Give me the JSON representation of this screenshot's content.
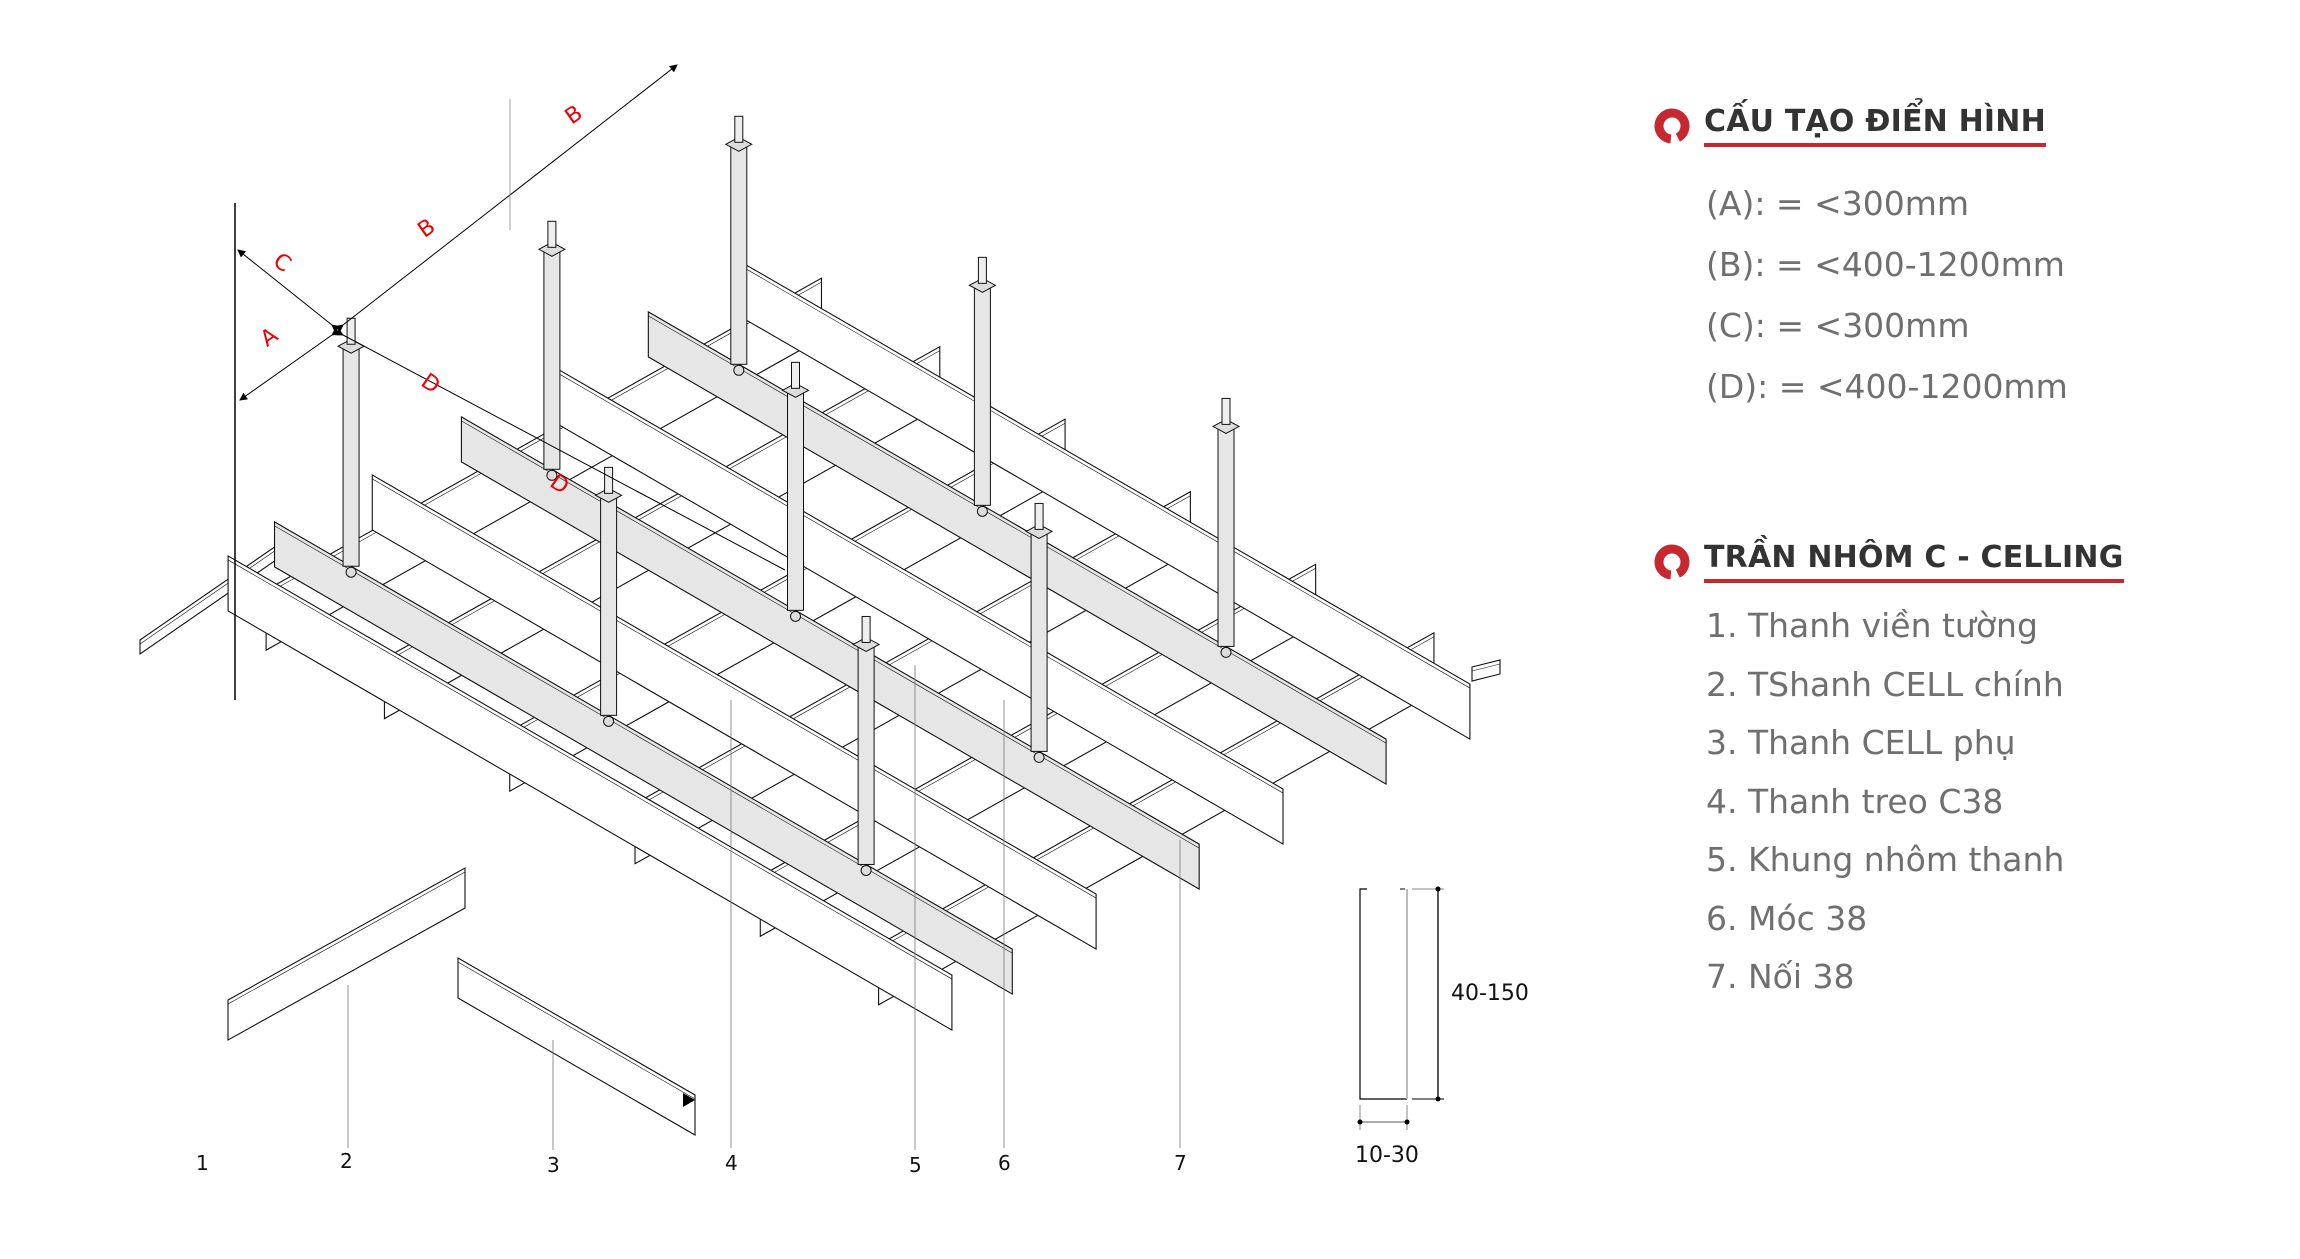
{
  "diagram": {
    "dimension_letters": {
      "a": "A",
      "b": "B",
      "c": "C",
      "d": "D"
    },
    "part_numbers": [
      "1",
      "2",
      "3",
      "4",
      "5",
      "6",
      "7"
    ],
    "profile_height": "40-150",
    "profile_width": "10-30"
  },
  "colors": {
    "accent": "#c7272f",
    "dimension": "#e00000",
    "metal": "#e6e6e6"
  },
  "sections": [
    {
      "title": "CẤU TẠO ĐIỂN HÌNH",
      "items": [
        "(A): = <300mm",
        "(B): = <400-1200mm",
        "(C): = <300mm",
        "(D): = <400-1200mm"
      ]
    },
    {
      "title": "TRẦN NHÔM C - CELLING",
      "items": [
        "1. Thanh viền tường",
        "2. TShanh CELL chính",
        "3. Thanh CELL phụ",
        "4. Thanh treo C38",
        "5. Khung nhôm thanh",
        "6. Móc 38",
        "7. Nối 38"
      ]
    }
  ]
}
